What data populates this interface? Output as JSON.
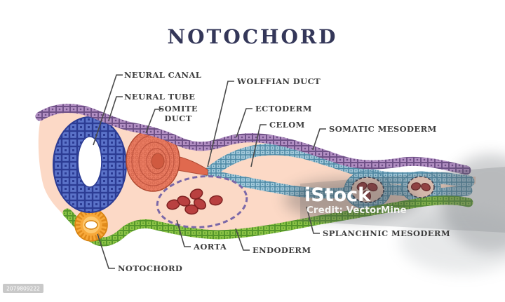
{
  "diagram": {
    "title": "NOTOCHORD",
    "labels": {
      "neural_canal": "NEURAL CANAL",
      "neural_tube": "NEURAL TUBE",
      "somite_duct_line1": "SOMITE",
      "somite_duct_line2": "DUCT",
      "wolffian_duct": "WOLFFIAN DUCT",
      "ectoderm": "ECTODERM",
      "celom": "CELOM",
      "somatic_mesoderm": "SOMATIC MESODERM",
      "splanchnic_mesoderm": "SPLANCHNIC MESODERM",
      "endoderm": "ENDODERM",
      "aorta": "AORTA",
      "notochord": "NOTOCHORD"
    }
  },
  "watermark": {
    "brand": "iStock",
    "credit": "Credit: VectorMine",
    "image_id": "2079809222"
  },
  "colors": {
    "title_navy": "#343759",
    "label_gray": "#3d3d3d",
    "body_peach": "#fcd9c6",
    "ectoderm_purple": "#b28fc3",
    "neural_blue": "#5b73c9",
    "somite_red": "#e0694e",
    "mesoderm_blue": "#a5cbdc",
    "endoderm_green": "#8cc446",
    "notochord_orange": "#f7a93b",
    "blood_cell_red": "#b94040"
  }
}
